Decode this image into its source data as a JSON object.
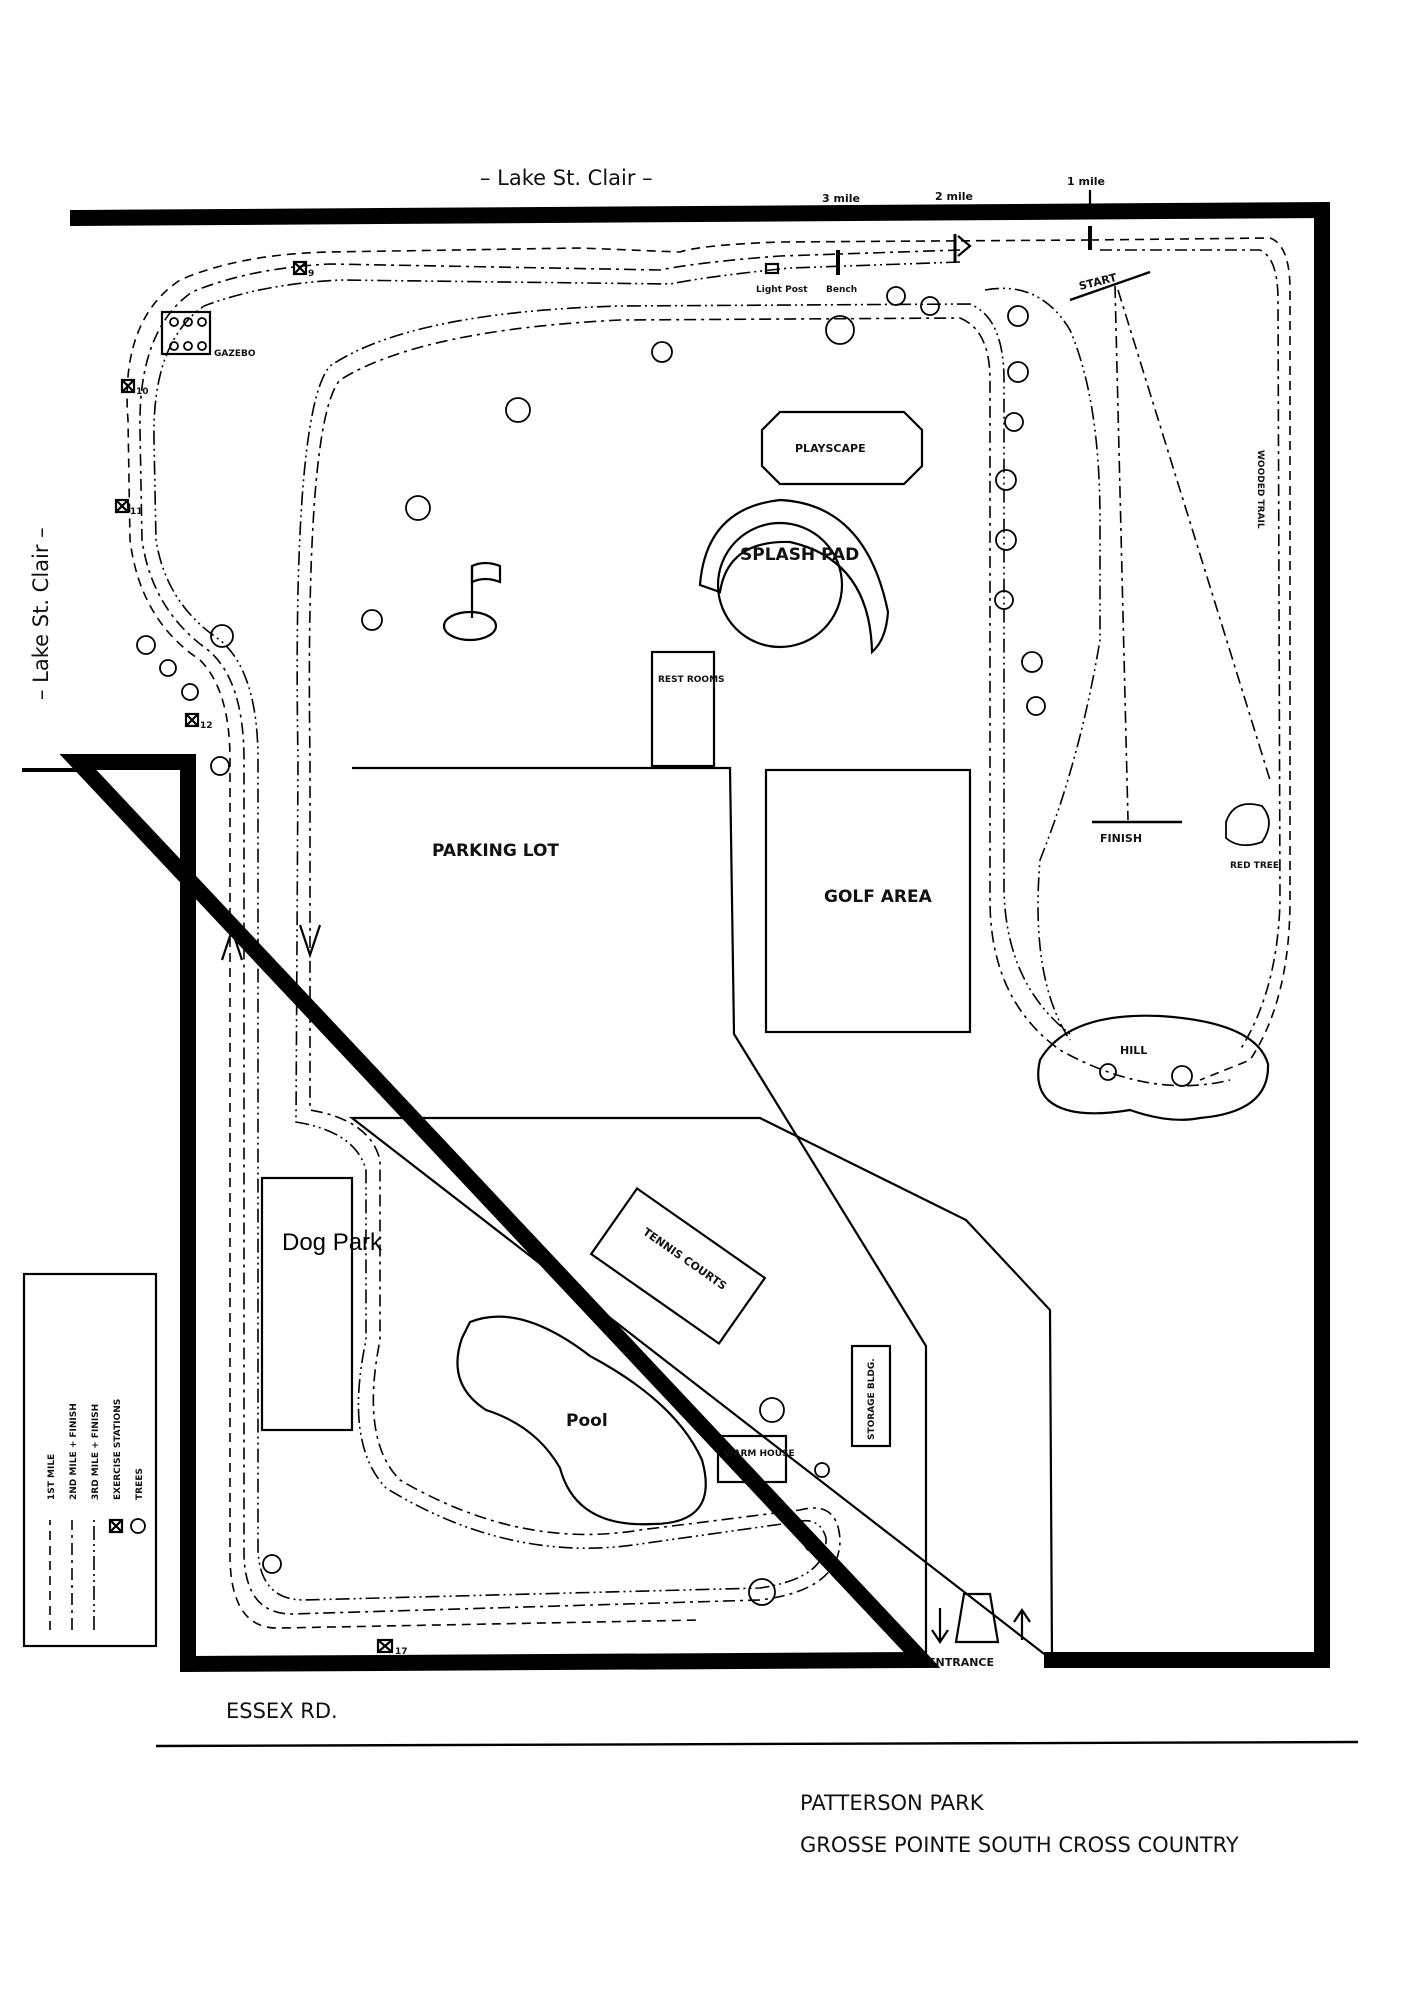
{
  "water": {
    "north": "– Lake St. Clair –",
    "west": "– Lake St. Clair –"
  },
  "mile_markers": {
    "mile1": "1 mile",
    "mile2": "2 mile",
    "mile3": "3 mile"
  },
  "course": {
    "start": "START",
    "finish": "FINISH"
  },
  "features": {
    "light_post": "Light Post",
    "bench": "Bench",
    "gazebo": "GAZEBO",
    "playscape": "PLAYSCAPE",
    "splash_pad": "SPLASH PAD",
    "rest_rooms": "REST ROOMS",
    "parking_lot": "PARKING LOT",
    "golf_area": "GOLF AREA",
    "hill": "HILL",
    "red_tree": "RED TREE",
    "wooded_trail": "WOODED TRAIL",
    "dog_park": "Dog Park",
    "tennis_courts": "TENNIS COURTS",
    "pool": "Pool",
    "warm_house": "WARM HOUSE",
    "storage": "STORAGE BLDG.",
    "entrance": "ENTRANCE"
  },
  "stations": [
    "9",
    "10",
    "11",
    "12",
    "17"
  ],
  "road": "ESSEX RD.",
  "legend": {
    "items": [
      "1ST MILE",
      "2ND MILE + FINISH",
      "3RD MILE + FINISH",
      "EXERCISE STATIONS",
      "TREES"
    ]
  },
  "footer": {
    "line1": "PATTERSON PARK",
    "line2": "GROSSE POINTE SOUTH CROSS COUNTRY"
  }
}
